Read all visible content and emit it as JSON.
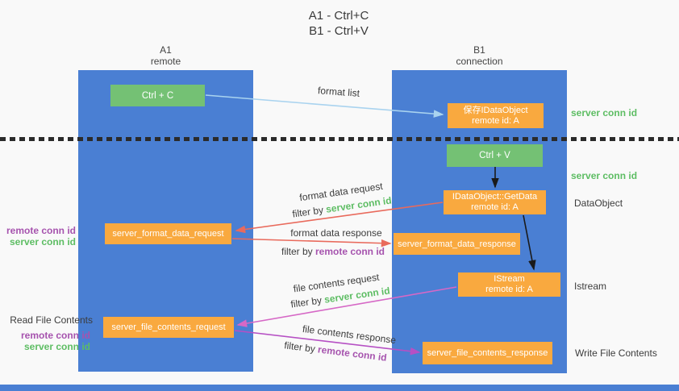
{
  "title": {
    "line1": "A1 - Ctrl+C",
    "line2": "B1 - Ctrl+V"
  },
  "columns": {
    "a1": {
      "name": "A1",
      "role": "remote"
    },
    "b1": {
      "name": "B1",
      "role": "connection"
    }
  },
  "nodes": {
    "ctrl_c": {
      "label": "Ctrl + C"
    },
    "ctrl_v": {
      "label": "Ctrl + V"
    },
    "save_idataobject": {
      "line1": "保存IDataObject",
      "line2": "remote id: A"
    },
    "getdata": {
      "line1": "IDataObject::GetData",
      "line2": "remote id: A"
    },
    "format_request": {
      "label": "server_format_data_request"
    },
    "format_response": {
      "label": "server_format_data_response"
    },
    "istream": {
      "line1": "IStream",
      "line2": "remote id: A"
    },
    "file_request": {
      "label": "server_file_contents_request"
    },
    "file_response": {
      "label": "server_file_contents_response"
    }
  },
  "edge_labels": {
    "format_list": {
      "text": "format list"
    },
    "format_data_request": {
      "text": "format data request",
      "filter_prefix": "filter by ",
      "filter_key": "server conn id"
    },
    "format_data_response": {
      "text": "format data response",
      "filter_prefix": "filter by ",
      "filter_key": "remote conn id"
    },
    "file_contents_request": {
      "text": "file contents request",
      "filter_prefix": "filter by ",
      "filter_key": "server conn id"
    },
    "file_contents_response": {
      "text": "file contents response",
      "filter_prefix": "filter by ",
      "filter_key": "remote conn id"
    }
  },
  "side_labels": {
    "server_conn_id_top": "server conn id",
    "server_conn_id_mid": "server conn id",
    "dataobject": "DataObject",
    "istream": "Istream",
    "write_file_contents": "Write File Contents",
    "read_file_contents": "Read File Contents",
    "remote_conn_id_1": "remote conn id",
    "server_conn_id_1": "server conn id",
    "remote_conn_id_2": "remote conn id",
    "server_conn_id_2": "server conn id"
  },
  "colors": {
    "column_blue": "#4a7fd3",
    "node_green": "#74c174",
    "node_orange": "#f9a93f",
    "arrow_red": "#e96a5c",
    "arrow_pink": "#d668c6",
    "arrow_magenta": "#b650c4",
    "arrow_lightblue": "#a9d3ef",
    "arrow_black": "#1a1a1a",
    "text_green": "#5dbd63",
    "text_purple": "#a653ae"
  }
}
